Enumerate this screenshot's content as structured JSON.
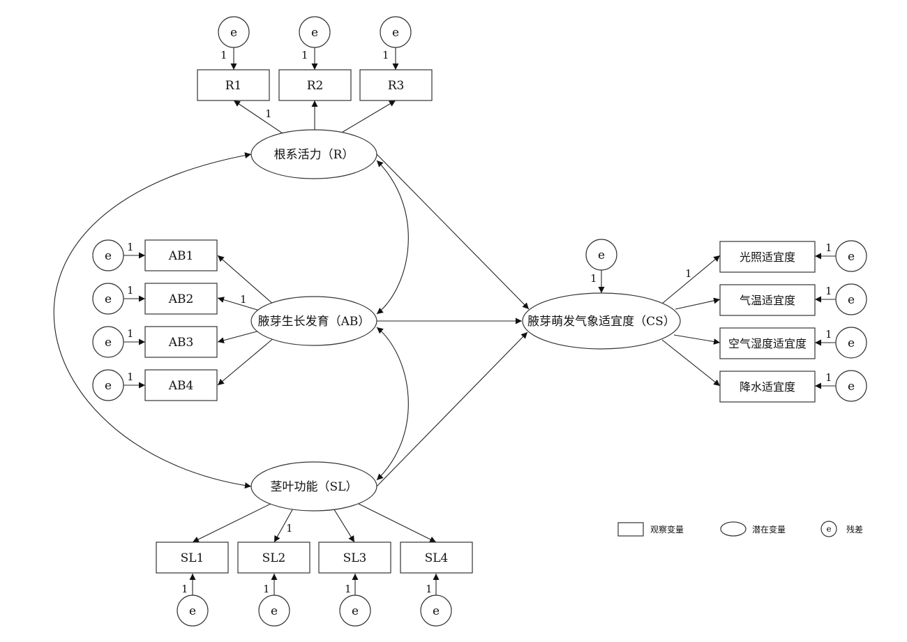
{
  "error_label": "e",
  "path_coef": "1",
  "latent": {
    "R": "根系活力（R）",
    "AB": "腋芽生长发育（AB）",
    "SL": "茎叶功能（SL）",
    "CS": "腋芽萌发气象适宜度（CS）"
  },
  "observed": {
    "R1": "R1",
    "R2": "R2",
    "R3": "R3",
    "AB1": "AB1",
    "AB2": "AB2",
    "AB3": "AB3",
    "AB4": "AB4",
    "SL1": "SL1",
    "SL2": "SL2",
    "SL3": "SL3",
    "SL4": "SL4",
    "CS1": "光照适宜度",
    "CS2": "气温适宜度",
    "CS3": "空气湿度适宜度",
    "CS4": "降水适宜度"
  },
  "legend": {
    "observed": "观察变量",
    "latent": "潜在变量",
    "residual": "残差"
  }
}
